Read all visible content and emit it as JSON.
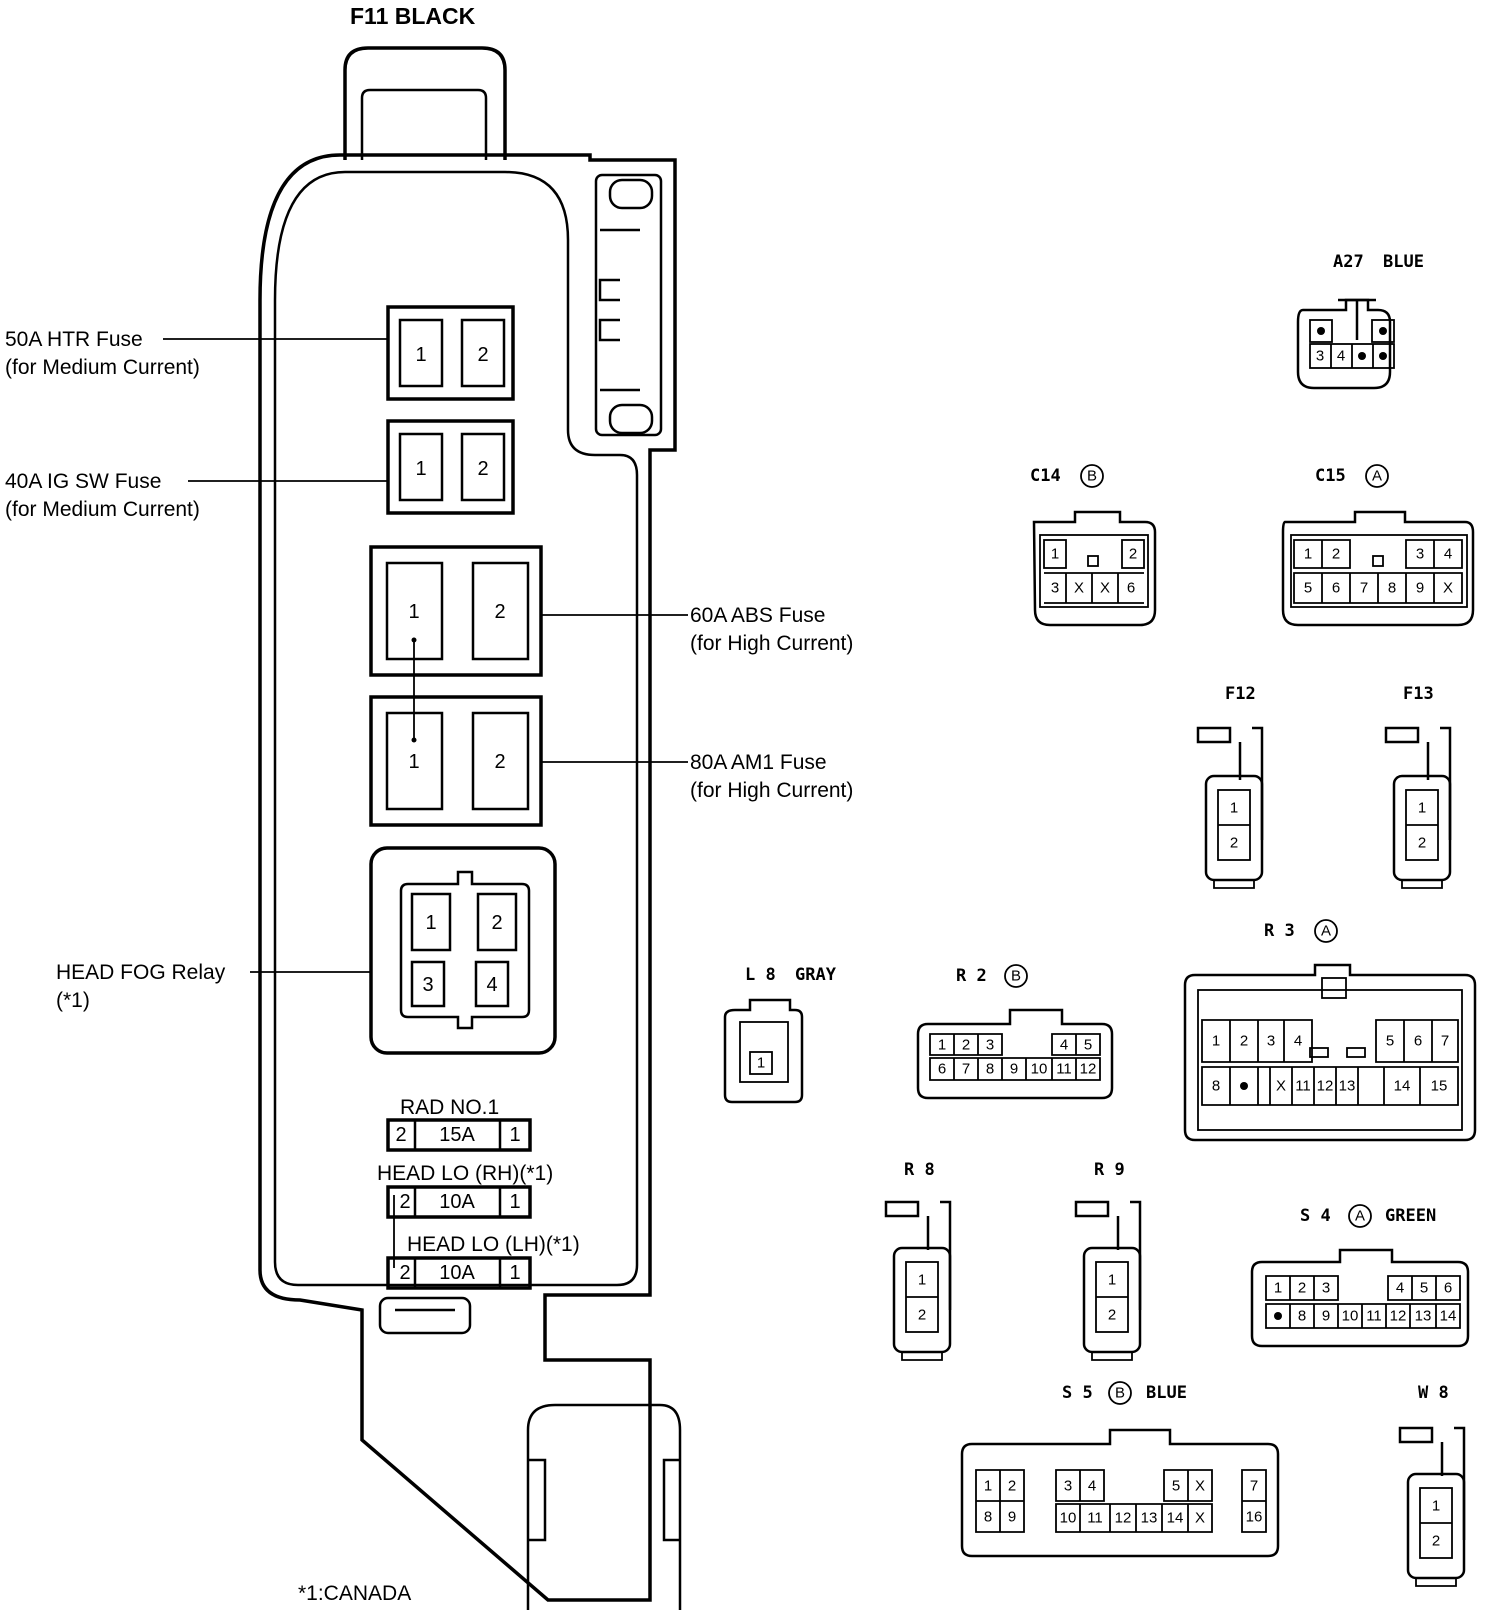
{
  "title": "F11  BLACK",
  "footnote": "*1:CANADA",
  "fuse_box_labels": {
    "htr_line1": "50A HTR Fuse",
    "htr_line2": "(for Medium Current)",
    "igsw_line1": "40A IG SW Fuse",
    "igsw_line2": "(for Medium Current)",
    "abs_line1": "60A ABS Fuse",
    "abs_line2": "(for High Current)",
    "am1_line1": "80A AM1 Fuse",
    "am1_line2": "(for High Current)",
    "fog_line1": "HEAD FOG Relay",
    "fog_line2": "(*1)"
  },
  "mini_fuses": [
    {
      "name": "RAD NO.1",
      "left": "2",
      "rating": "15A",
      "right": "1"
    },
    {
      "name": "HEAD LO (RH)(*1)",
      "left": "2",
      "rating": "10A",
      "right": "1"
    },
    {
      "name": "HEAD LO (LH)(*1)",
      "left": "2",
      "rating": "10A",
      "right": "1"
    }
  ],
  "fuse_slots": {
    "htr": [
      "1",
      "2"
    ],
    "igsw": [
      "1",
      "2"
    ],
    "abs": [
      "1",
      "2"
    ],
    "am1": [
      "1",
      "2"
    ],
    "relay": [
      "1",
      "2",
      "3",
      "4"
    ]
  },
  "connectors": {
    "a27": {
      "name": "A27",
      "color": "BLUE",
      "pins": [
        "3",
        "4"
      ]
    },
    "c14": {
      "name": "C14",
      "badge": "B",
      "pins": [
        "1",
        "2",
        "3",
        "X",
        "X",
        "6"
      ]
    },
    "c15": {
      "name": "C15",
      "badge": "A",
      "pins": [
        "1",
        "2",
        "3",
        "4",
        "5",
        "6",
        "7",
        "8",
        "9",
        "X"
      ]
    },
    "f12": {
      "name": "F12",
      "pins": [
        "1",
        "2"
      ]
    },
    "f13": {
      "name": "F13",
      "pins": [
        "1",
        "2"
      ]
    },
    "r3": {
      "name": "R 3",
      "badge": "A",
      "pins": [
        "1",
        "2",
        "3",
        "4",
        "5",
        "6",
        "7",
        "8",
        "X",
        "11",
        "12",
        "13",
        "14",
        "15"
      ]
    },
    "l8": {
      "name": "L 8",
      "color": "GRAY",
      "pins": [
        "1"
      ]
    },
    "r2": {
      "name": "R 2",
      "badge": "B",
      "pins": [
        "1",
        "2",
        "3",
        "4",
        "5",
        "6",
        "7",
        "8",
        "9",
        "10",
        "11",
        "12"
      ]
    },
    "r8": {
      "name": "R 8",
      "pins": [
        "1",
        "2"
      ]
    },
    "r9": {
      "name": "R 9",
      "pins": [
        "1",
        "2"
      ]
    },
    "s4": {
      "name": "S 4",
      "badge": "A",
      "color": "GREEN",
      "pins": [
        "1",
        "2",
        "3",
        "4",
        "5",
        "6",
        "8",
        "9",
        "10",
        "11",
        "12",
        "13",
        "14"
      ]
    },
    "s5": {
      "name": "S 5",
      "badge": "B",
      "color": "BLUE",
      "pins": [
        "1",
        "2",
        "3",
        "4",
        "5",
        "X",
        "7",
        "8",
        "9",
        "10",
        "11",
        "12",
        "13",
        "14",
        "X",
        "16"
      ]
    },
    "w8": {
      "name": "W 8",
      "pins": [
        "1",
        "2"
      ]
    }
  }
}
